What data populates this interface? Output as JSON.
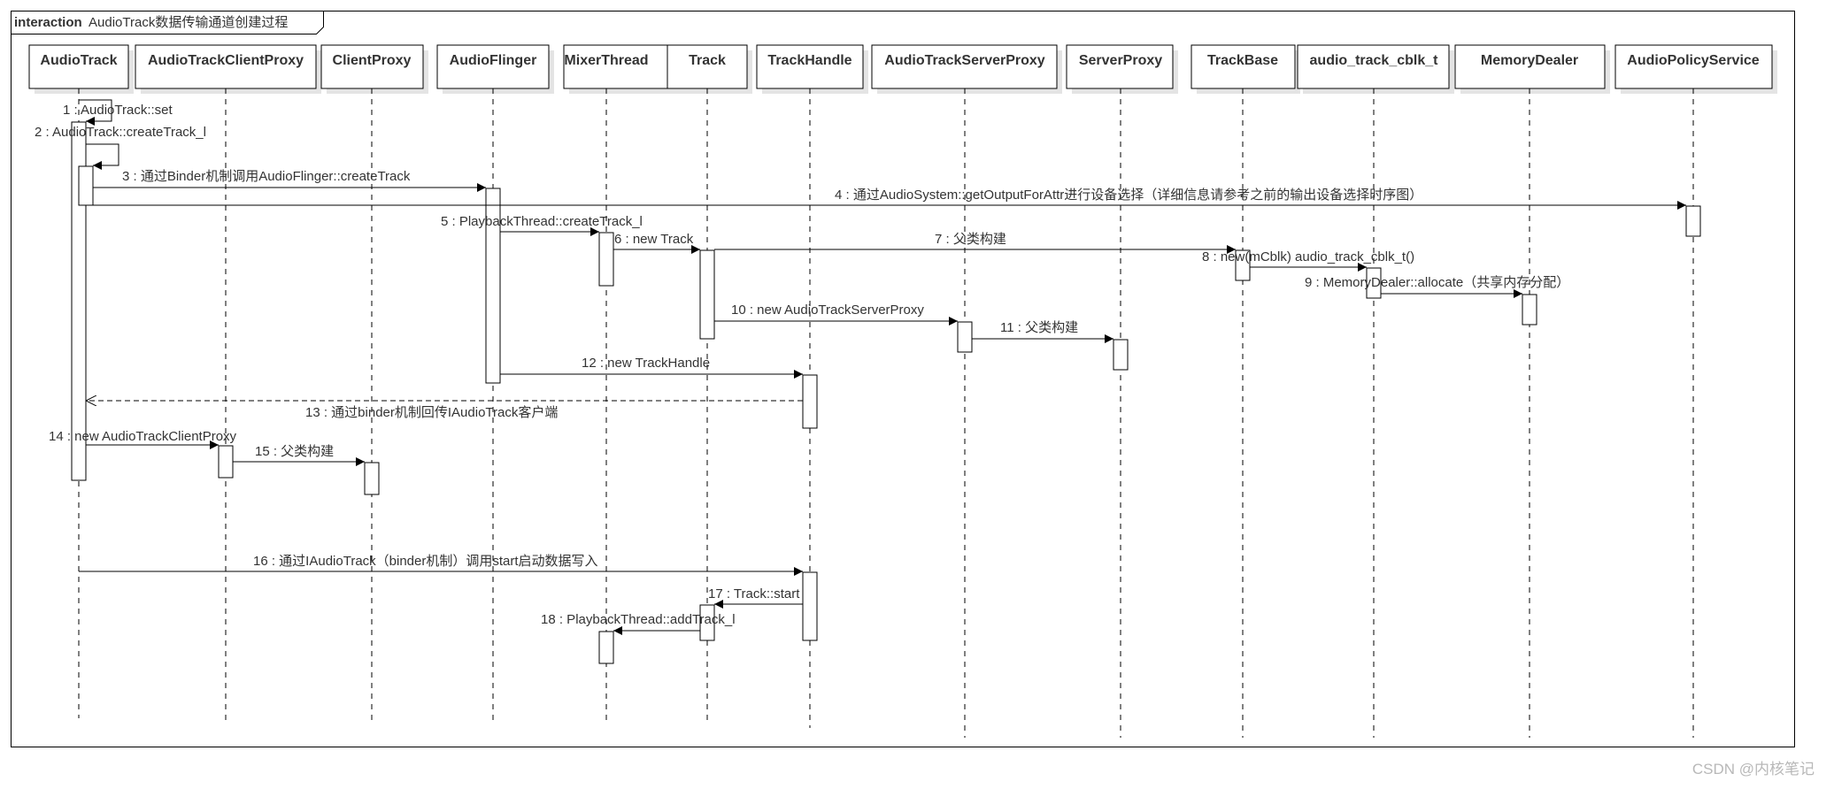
{
  "frame": {
    "keyword": "interaction",
    "title": "AudioTrack数据传输通道创建过程"
  },
  "participants": [
    {
      "id": "audiotrack",
      "label": "AudioTrack"
    },
    {
      "id": "audiotrackclientproxy",
      "label": "AudioTrackClientProxy"
    },
    {
      "id": "clientproxy",
      "label": "ClientProxy"
    },
    {
      "id": "audioflinger",
      "label": "AudioFlinger"
    },
    {
      "id": "mixerthread",
      "label": "MixerThread"
    },
    {
      "id": "track",
      "label": "Track"
    },
    {
      "id": "trackhandle",
      "label": "TrackHandle"
    },
    {
      "id": "audiotrackserverproxy",
      "label": "AudioTrackServerProxy"
    },
    {
      "id": "serverproxy",
      "label": "ServerProxy"
    },
    {
      "id": "trackbase",
      "label": "TrackBase"
    },
    {
      "id": "audio_track_cblk_t",
      "label": "audio_track_cblk_t"
    },
    {
      "id": "memorydealer",
      "label": "MemoryDealer"
    },
    {
      "id": "audiopolicyservice",
      "label": "AudioPolicyService"
    }
  ],
  "messages": [
    {
      "from": "audiotrack",
      "to": "audiotrack",
      "label": "1 : AudioTrack::set",
      "type": "self"
    },
    {
      "from": "audiotrack",
      "to": "audiotrack",
      "label": "2 : AudioTrack::createTrack_l",
      "type": "self"
    },
    {
      "from": "audiotrack",
      "to": "audioflinger",
      "label": "3 : 通过Binder机制调用AudioFlinger::createTrack",
      "type": "sync"
    },
    {
      "from": "audiotrack",
      "to": "audiopolicyservice",
      "label": "4 : 通过AudioSystem::getOutputForAttr进行设备选择（详细信息请参考之前的输出设备选择时序图）",
      "type": "sync"
    },
    {
      "from": "audioflinger",
      "to": "mixerthread",
      "label": "5 : PlaybackThread::createTrack_l",
      "type": "sync"
    },
    {
      "from": "mixerthread",
      "to": "track",
      "label": "6 : new Track",
      "type": "sync"
    },
    {
      "from": "track",
      "to": "trackbase",
      "label": "7 : 父类构建",
      "type": "sync"
    },
    {
      "from": "trackbase",
      "to": "audio_track_cblk_t",
      "label": "8 : new(mCblk) audio_track_cblk_t()",
      "type": "sync"
    },
    {
      "from": "audio_track_cblk_t",
      "to": "memorydealer",
      "label": "9 : MemoryDealer::allocate（共享内存分配）",
      "type": "sync"
    },
    {
      "from": "track",
      "to": "audiotrackserverproxy",
      "label": "10 : new AudioTrackServerProxy",
      "type": "sync"
    },
    {
      "from": "audiotrackserverproxy",
      "to": "serverproxy",
      "label": "11 : 父类构建",
      "type": "sync"
    },
    {
      "from": "audioflinger",
      "to": "trackhandle",
      "label": "12 : new TrackHandle",
      "type": "sync"
    },
    {
      "from": "trackhandle",
      "to": "audiotrack",
      "label": "13 : 通过binder机制回传IAudioTrack客户端",
      "type": "return"
    },
    {
      "from": "audiotrack",
      "to": "audiotrackclientproxy",
      "label": "14 : new AudioTrackClientProxy",
      "type": "sync"
    },
    {
      "from": "audiotrackclientproxy",
      "to": "clientproxy",
      "label": "15 : 父类构建",
      "type": "sync"
    },
    {
      "from": "audiotrack",
      "to": "trackhandle",
      "label": "16 : 通过IAudioTrack（binder机制）调用start启动数据写入",
      "type": "sync"
    },
    {
      "from": "trackhandle",
      "to": "track",
      "label": "17 : Track::start",
      "type": "sync"
    },
    {
      "from": "track",
      "to": "mixerthread",
      "label": "18 : PlaybackThread::addTrack_l",
      "type": "sync"
    }
  ],
  "watermark": "CSDN @内核笔记",
  "colors": {
    "line": "#000000",
    "text": "#333333",
    "shadow": "#e4e4e4",
    "watermark": "#b8b8b8"
  }
}
